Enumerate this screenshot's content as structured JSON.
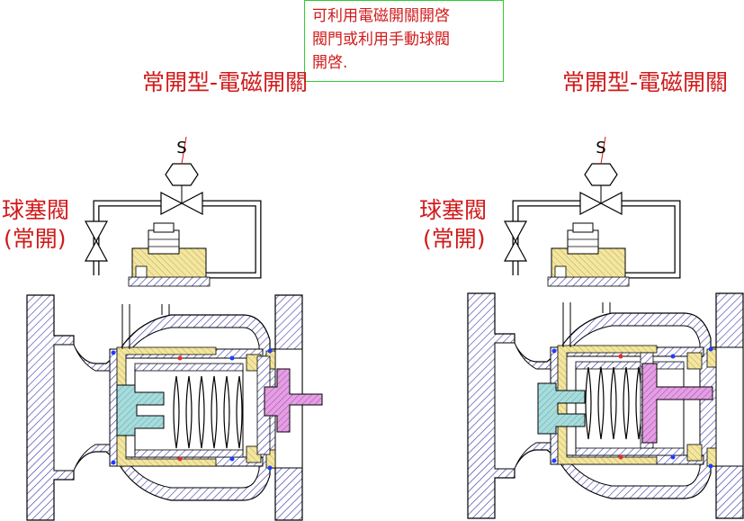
{
  "note": {
    "lines": [
      "可利用電磁開關開啓",
      "閥門或利用手動球閥",
      "開啓."
    ]
  },
  "left": {
    "solenoid_label": "常開型-電磁開關",
    "ball_valve_label_1": "球塞閥",
    "ball_valve_label_2": "(常開)",
    "solenoid_symbol": "S"
  },
  "right": {
    "solenoid_label": "常開型-電磁開關",
    "ball_valve_label_1": "球塞閥",
    "ball_valve_label_2": "(常開)",
    "solenoid_symbol": "S"
  },
  "colors": {
    "label_red": "#d11a1a",
    "hatch_blue": "#3333aa",
    "brass_yellow": "#f2e6a0",
    "cyan_part": "#9fd8d8",
    "magenta_stem": "#cc55cc",
    "note_border": "#33cc33"
  }
}
